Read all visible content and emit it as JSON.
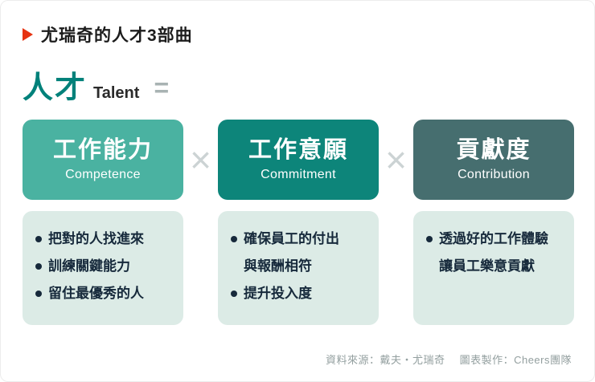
{
  "header": {
    "title": "尤瑞奇的人才3部曲"
  },
  "formula": {
    "term_zh": "人才",
    "term_en": "Talent",
    "equals_symbol": "=",
    "multiply_symbol": "×"
  },
  "colors": {
    "accent_red": "#e63312",
    "talent_teal": "#00817a",
    "body_card_bg": "#dcebe6",
    "multiply_gray": "#ccd3d4"
  },
  "columns": [
    {
      "title_zh": "工作能力",
      "title_en": "Competence",
      "header_color": "#4ab2a1",
      "items": [
        {
          "text": "把對的人找進來",
          "bullet": true
        },
        {
          "text": "訓練關鍵能力",
          "bullet": true
        },
        {
          "text": "留住最優秀的人",
          "bullet": true
        }
      ]
    },
    {
      "title_zh": "工作意願",
      "title_en": "Commitment",
      "header_color": "#0d857a",
      "items": [
        {
          "text": "確保員工的付出",
          "bullet": true
        },
        {
          "text": "與報酬相符",
          "bullet": false
        },
        {
          "text": "提升投入度",
          "bullet": true
        }
      ]
    },
    {
      "title_zh": "貢獻度",
      "title_en": "Contribution",
      "header_color": "#466e6f",
      "items": [
        {
          "text": "透過好的工作體驗",
          "bullet": true
        },
        {
          "text": "讓員工樂意貢獻",
          "bullet": false
        }
      ]
    }
  ],
  "footer": {
    "source": "資料來源：戴夫・尤瑞奇",
    "credit": "圖表製作：Cheers團隊"
  }
}
